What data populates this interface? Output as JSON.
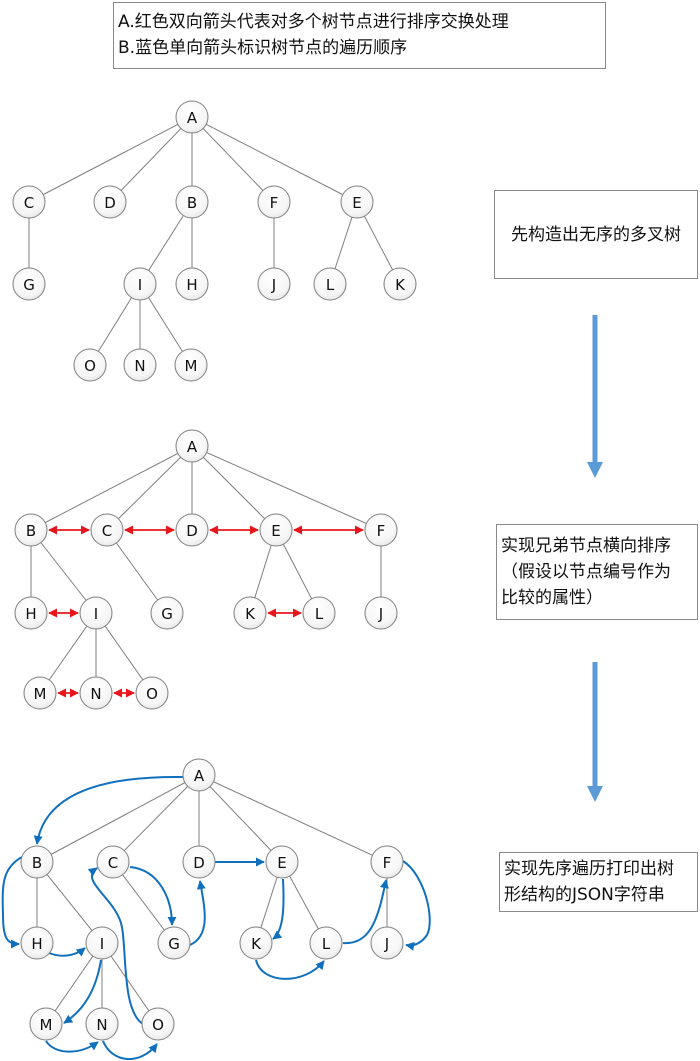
{
  "legend": {
    "line_a": "A.红色双向箭头代表对多个树节点进行排序交换处理",
    "line_b": "B.蓝色单向箭头标识树节点的遍历顺序"
  },
  "steps": [
    {
      "lines": [
        "先构造出无序的多叉树"
      ]
    },
    {
      "lines": [
        "实现兄弟节点横向排序",
        "（假设以节点编号作为",
        "比较的属性）"
      ]
    },
    {
      "lines": [
        "实现先序遍历打印出树",
        "形结构的JSON字符串"
      ]
    }
  ],
  "colors": {
    "swap_arrow": "#e8161b",
    "traversal_arrow": "#1170bd",
    "flow_arrow": "#5b9bd5",
    "edge": "#7f7f7f",
    "node_border": "#808080"
  },
  "trees": [
    {
      "name": "unordered-tree",
      "nodes": [
        "A",
        "C",
        "D",
        "B",
        "F",
        "E",
        "G",
        "I",
        "H",
        "J",
        "L",
        "K",
        "O",
        "N",
        "M"
      ],
      "edges": [
        [
          "A",
          "C"
        ],
        [
          "A",
          "D"
        ],
        [
          "A",
          "B"
        ],
        [
          "A",
          "F"
        ],
        [
          "A",
          "E"
        ],
        [
          "C",
          "G"
        ],
        [
          "B",
          "I"
        ],
        [
          "B",
          "H"
        ],
        [
          "F",
          "J"
        ],
        [
          "E",
          "L"
        ],
        [
          "E",
          "K"
        ],
        [
          "I",
          "O"
        ],
        [
          "I",
          "N"
        ],
        [
          "I",
          "M"
        ]
      ]
    },
    {
      "name": "sorted-tree",
      "nodes": [
        "A",
        "B",
        "C",
        "D",
        "E",
        "F",
        "H",
        "I",
        "G",
        "K",
        "L",
        "J",
        "M",
        "N",
        "O"
      ],
      "edges": [
        [
          "A",
          "B"
        ],
        [
          "A",
          "C"
        ],
        [
          "A",
          "D"
        ],
        [
          "A",
          "E"
        ],
        [
          "A",
          "F"
        ],
        [
          "B",
          "H"
        ],
        [
          "B",
          "I"
        ],
        [
          "C",
          "G"
        ],
        [
          "E",
          "K"
        ],
        [
          "E",
          "L"
        ],
        [
          "F",
          "J"
        ],
        [
          "I",
          "M"
        ],
        [
          "I",
          "N"
        ],
        [
          "I",
          "O"
        ]
      ],
      "swaps": [
        [
          "B",
          "C"
        ],
        [
          "C",
          "D"
        ],
        [
          "D",
          "E"
        ],
        [
          "E",
          "F"
        ],
        [
          "H",
          "I"
        ],
        [
          "K",
          "L"
        ],
        [
          "M",
          "N"
        ],
        [
          "N",
          "O"
        ]
      ]
    },
    {
      "name": "preorder-tree",
      "nodes": [
        "A",
        "B",
        "C",
        "D",
        "E",
        "F",
        "H",
        "I",
        "G",
        "K",
        "L",
        "J",
        "M",
        "N",
        "O"
      ],
      "edges": [
        [
          "A",
          "B"
        ],
        [
          "A",
          "C"
        ],
        [
          "A",
          "D"
        ],
        [
          "A",
          "E"
        ],
        [
          "A",
          "F"
        ],
        [
          "B",
          "H"
        ],
        [
          "B",
          "I"
        ],
        [
          "C",
          "G"
        ],
        [
          "E",
          "K"
        ],
        [
          "E",
          "L"
        ],
        [
          "F",
          "J"
        ],
        [
          "I",
          "M"
        ],
        [
          "I",
          "N"
        ],
        [
          "I",
          "O"
        ]
      ],
      "traversal_order": [
        "A",
        "B",
        "H",
        "I",
        "M",
        "N",
        "O",
        "C",
        "G",
        "D",
        "E",
        "K",
        "L",
        "F",
        "J"
      ]
    }
  ]
}
